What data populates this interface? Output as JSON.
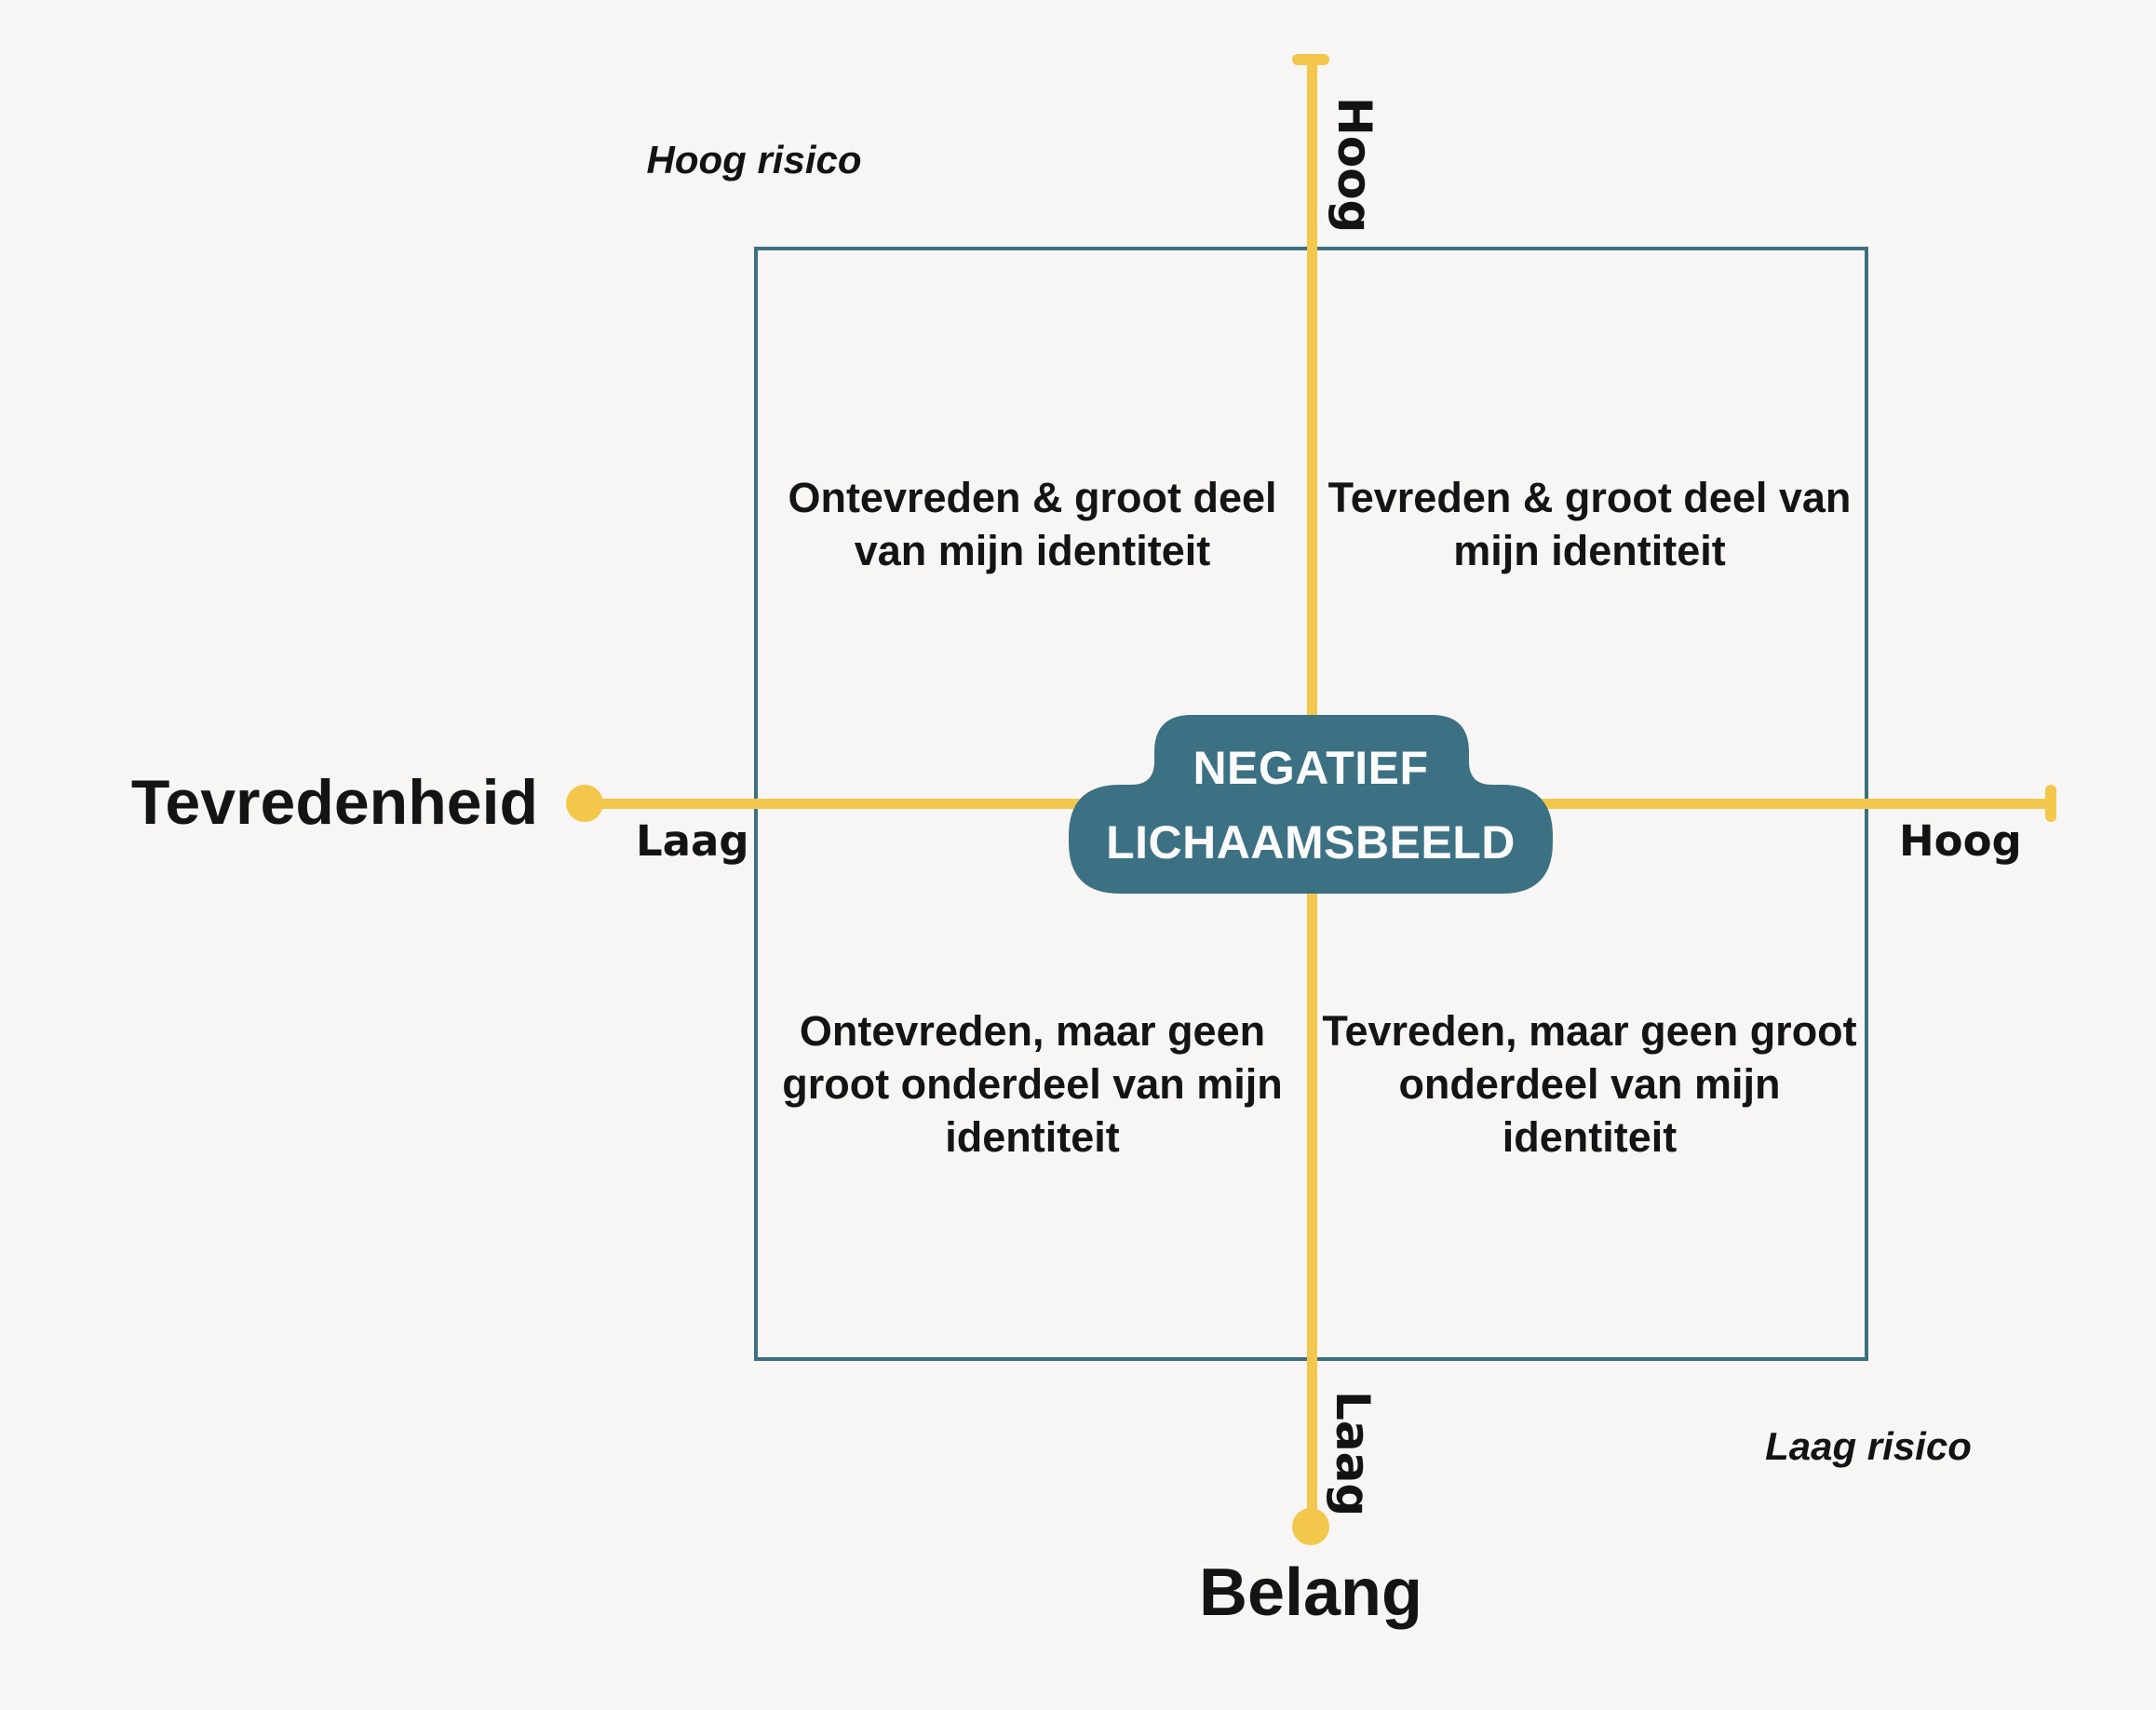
{
  "diagram": {
    "center_label": "NEGATIEF\nLICHAAMSBEELD",
    "x_axis": {
      "title": "Tevredenheid",
      "min_label": "Laag",
      "max_label": "Hoog"
    },
    "y_axis": {
      "title": "Belang",
      "min_label": "Laag",
      "max_label": "Hoog"
    },
    "risk_notes": {
      "top_left": "Hoog risico",
      "bottom_right": "Laag risico"
    },
    "quadrants": {
      "top_left": "Ontevreden & groot deel\nvan mijn identiteit",
      "top_right": "Tevreden & groot deel van\nmijn identiteit",
      "bottom_left": "Ontevreden, maar geen\ngroot onderdeel van mijn\nidentiteit",
      "bottom_right": "Tevreden, maar geen groot\nonderdeel van mijn\nidentiteit"
    },
    "colors": {
      "background": "#F7F6F4",
      "axis_yellow": "#F2C74B",
      "shape_teal": "#3C7183",
      "border_teal": "#3B7080",
      "text_dark": "#141414",
      "text_light": "#FBFBFB"
    }
  }
}
